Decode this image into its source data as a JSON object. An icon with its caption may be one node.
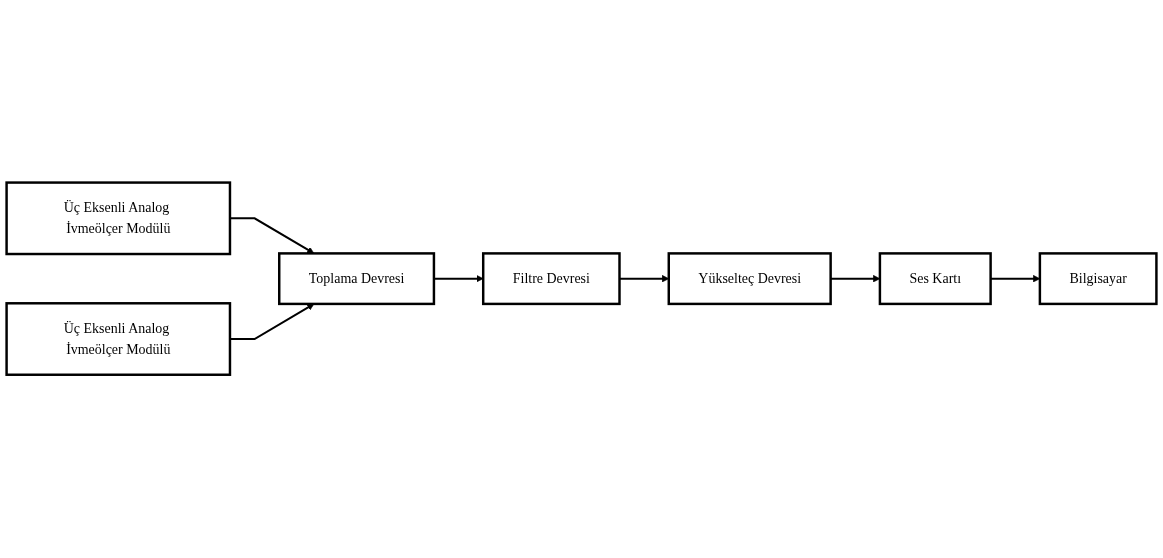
{
  "diagram": {
    "nodes": [
      {
        "text": [
          "Üç Eksenli Analog İvmeölçer Modülü"
        ]
      },
      {
        "text": [
          "Üç Eksenli Analog İvmeölçer Modülü"
        ]
      },
      {
        "text": [
          "Toplama Devresi"
        ]
      },
      {
        "text": [
          "Filtre Devresi"
        ]
      },
      {
        "text": [
          "Yükselteç Devresi"
        ]
      },
      {
        "text": [
          "Ses Kartı"
        ]
      },
      {
        "text": [
          "Bilgisayar"
        ]
      }
    ],
    "edges": [
      {
        "from": 0,
        "to": 2,
        "arrow": "to"
      },
      {
        "from": 1,
        "to": 2,
        "arrow": "to"
      },
      {
        "from": 2,
        "to": 3,
        "arrow": "to"
      },
      {
        "from": 3,
        "to": 4,
        "arrow": "to"
      },
      {
        "from": 4,
        "to": 5,
        "arrow": "to"
      },
      {
        "from": 5,
        "to": 6,
        "arrow": "to"
      }
    ]
  }
}
